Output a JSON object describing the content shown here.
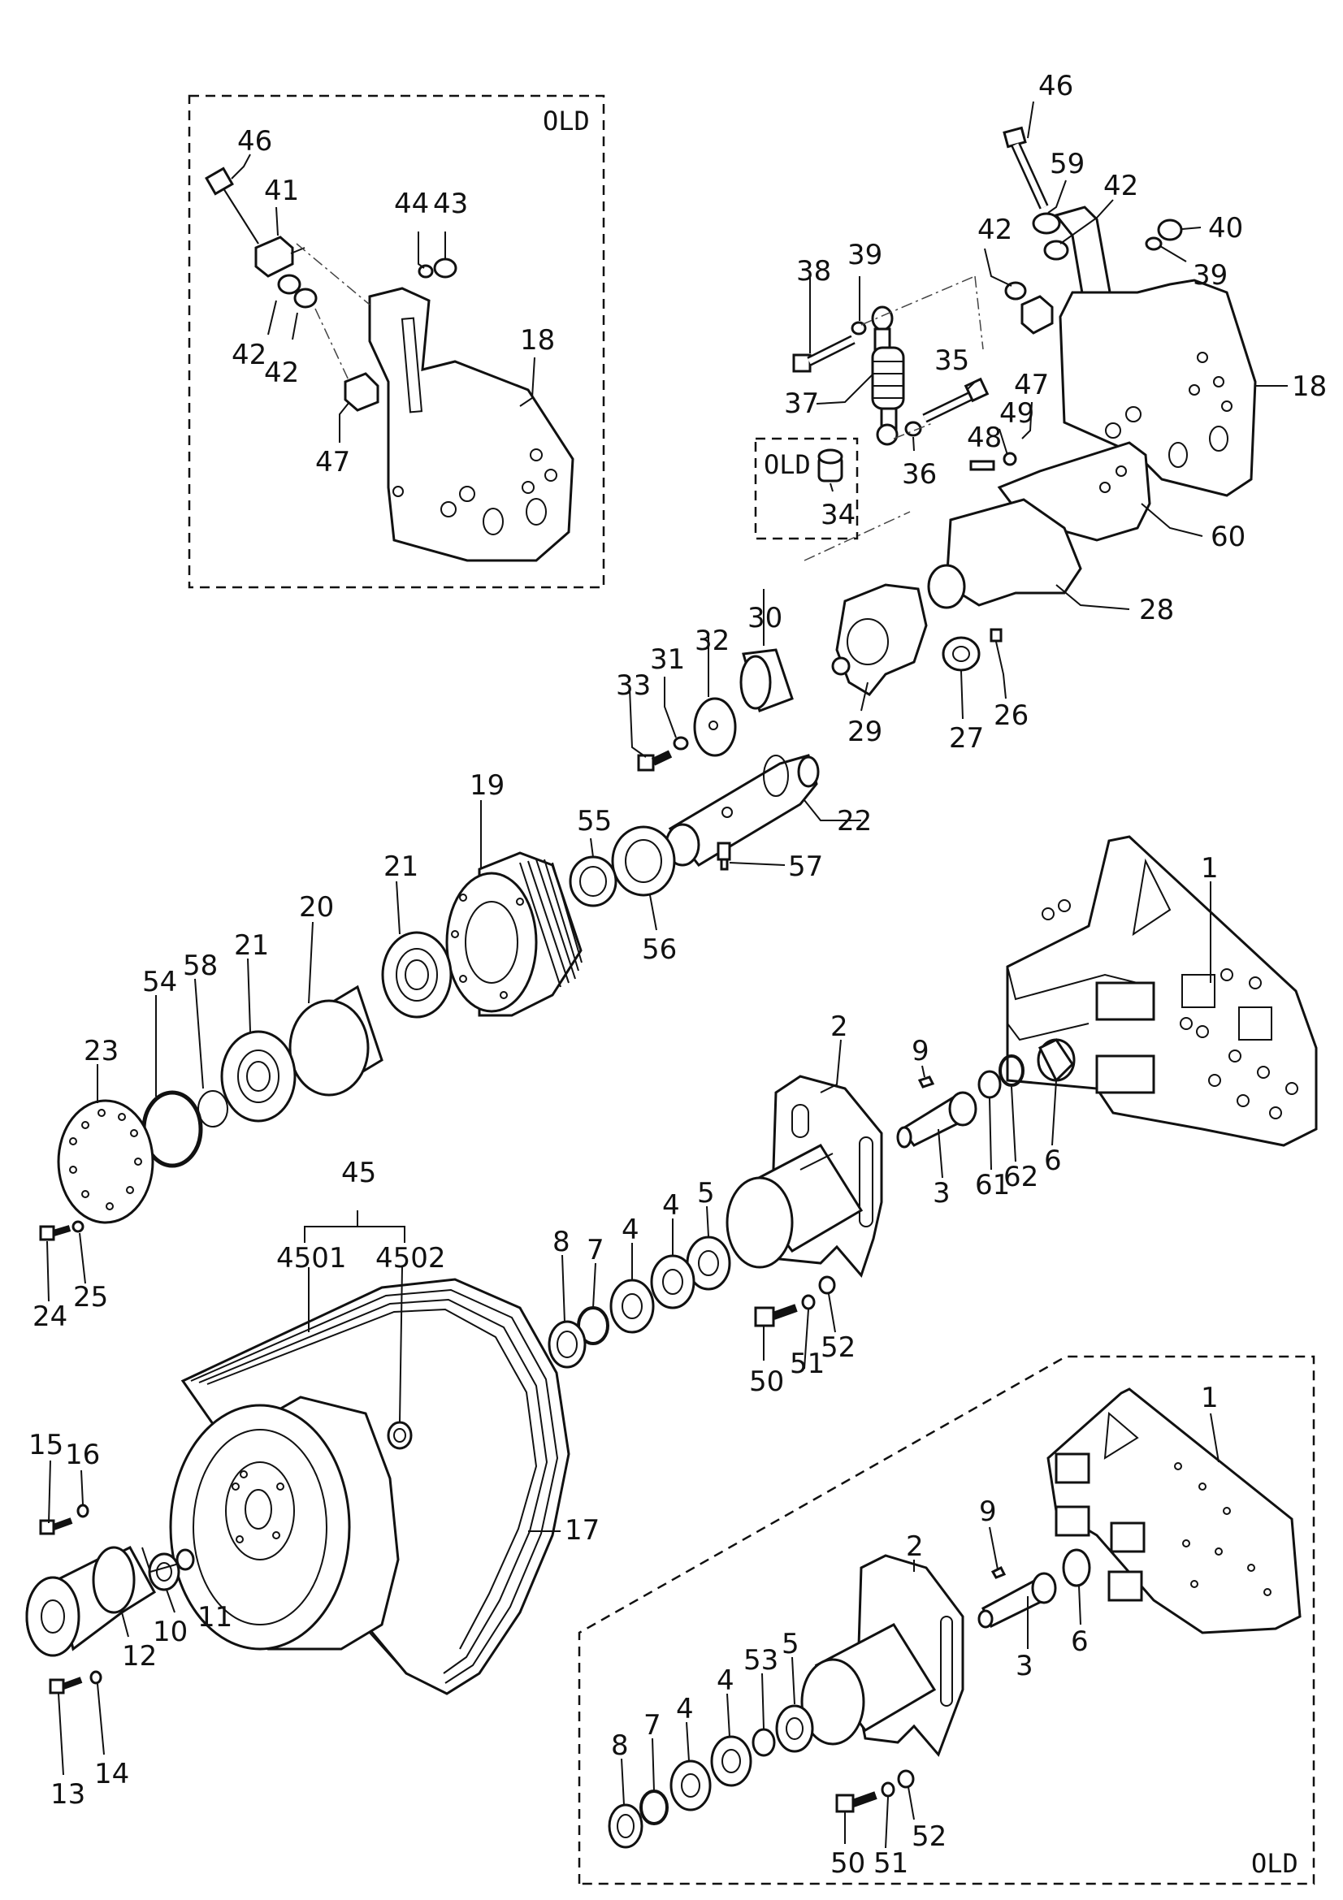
{
  "diagram": {
    "old_label": "OLD",
    "labels": {
      "l1": "1",
      "l2": "2",
      "l3": "3",
      "l4": "4",
      "l5": "5",
      "l6": "6",
      "l7": "7",
      "l8": "8",
      "l9": "9",
      "l10": "10",
      "l11": "11",
      "l12": "12",
      "l13": "13",
      "l14": "14",
      "l15": "15",
      "l16": "16",
      "l17": "17",
      "l18": "18",
      "l19": "19",
      "l20": "20",
      "l21": "21",
      "l22": "22",
      "l23": "23",
      "l24": "24",
      "l25": "25",
      "l26": "26",
      "l27": "27",
      "l28": "28",
      "l29": "29",
      "l30": "30",
      "l31": "31",
      "l32": "32",
      "l33": "33",
      "l34": "34",
      "l35": "35",
      "l36": "36",
      "l37": "37",
      "l38": "38",
      "l39": "39",
      "l40": "40",
      "l41": "41",
      "l42": "42",
      "l43": "43",
      "l44": "44",
      "l45": "45",
      "l46": "46",
      "l47": "47",
      "l48": "48",
      "l49": "49",
      "l50": "50",
      "l51": "51",
      "l52": "52",
      "l53": "53",
      "l54": "54",
      "l55": "55",
      "l56": "56",
      "l57": "57",
      "l58": "58",
      "l59": "59",
      "l60": "60",
      "l61": "61",
      "l62": "62",
      "l4501": "4501",
      "l4502": "4502"
    }
  }
}
